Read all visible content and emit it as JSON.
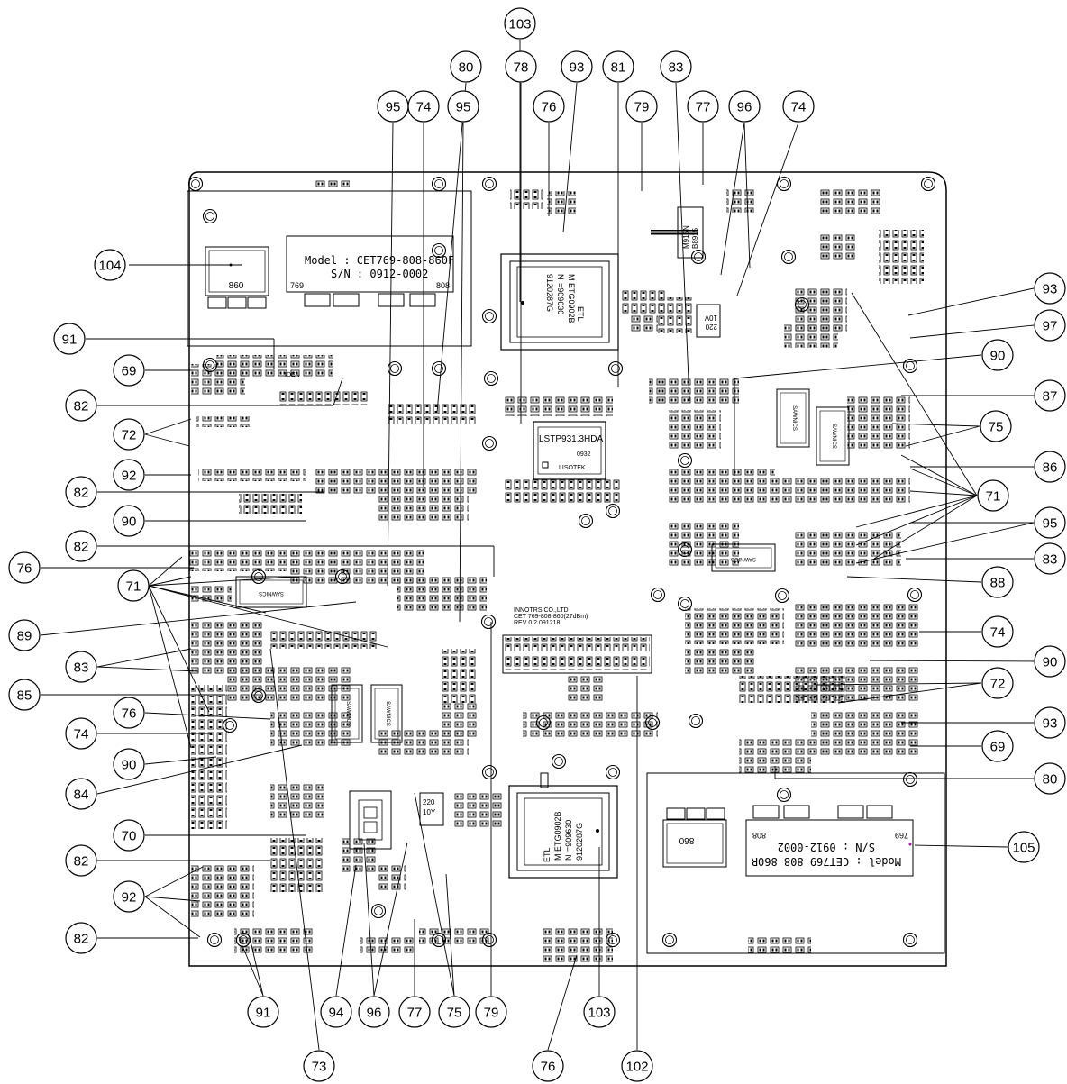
{
  "board": {
    "label_top": {
      "model": "Model : CET769-808-860F",
      "serial": "S/N : 0912-0002",
      "left_code": "769",
      "right_code": "808",
      "box_code": "860"
    },
    "label_bottom": {
      "model": "Model : CET769-808-860R",
      "serial": "S/N : 0912-0002",
      "left_code": "769",
      "right_code": "808",
      "box_code": "860"
    },
    "filter_top": {
      "brand": "ETL",
      "lines": [
        "M",
        "ETG0902B",
        "N",
        "=909630",
        "9120287G"
      ]
    },
    "filter_bottom": {
      "brand": "ETL",
      "lines": [
        "M",
        "ETG0902B",
        "N",
        "=909630",
        "9120287G"
      ]
    },
    "lstp": {
      "part": "LSTP931.3HDA",
      "code": "0932",
      "maker": "LISOTEK"
    },
    "ic_label": {
      "line1": "M915N",
      "line2": "B8915"
    },
    "cap_top": {
      "line1": "220",
      "line2": "10V"
    },
    "cap_bottom": {
      "line1": "220",
      "line2": "10Y"
    },
    "pcb_text": {
      "line1": "INNOTRS CO.,LTD",
      "line2": "CET 769-808-860(27dBm)",
      "line3": "REV 0.2 091218"
    },
    "iden": "IDEN",
    "saw_brand": "SAWNICS"
  },
  "callouts": [
    {
      "id": "c103t",
      "text": "103"
    },
    {
      "id": "c80t",
      "text": "80"
    },
    {
      "id": "c78t",
      "text": "78"
    },
    {
      "id": "c93t",
      "text": "93"
    },
    {
      "id": "c81t",
      "text": "81"
    },
    {
      "id": "c83t",
      "text": "83"
    },
    {
      "id": "c95a",
      "text": "95"
    },
    {
      "id": "c74t",
      "text": "74"
    },
    {
      "id": "c95b",
      "text": "95"
    },
    {
      "id": "c76t",
      "text": "76"
    },
    {
      "id": "c79t",
      "text": "79"
    },
    {
      "id": "c77t",
      "text": "77"
    },
    {
      "id": "c96t",
      "text": "96"
    },
    {
      "id": "c74r",
      "text": "74"
    },
    {
      "id": "c104",
      "text": "104"
    },
    {
      "id": "c93r",
      "text": "93"
    },
    {
      "id": "c97",
      "text": "97"
    },
    {
      "id": "c91l",
      "text": "91"
    },
    {
      "id": "c90r",
      "text": "90"
    },
    {
      "id": "c69l",
      "text": "69"
    },
    {
      "id": "c87",
      "text": "87"
    },
    {
      "id": "c82a",
      "text": "82"
    },
    {
      "id": "c75r",
      "text": "75"
    },
    {
      "id": "c72l",
      "text": "72"
    },
    {
      "id": "c86",
      "text": "86"
    },
    {
      "id": "c92l",
      "text": "92"
    },
    {
      "id": "c82b",
      "text": "82"
    },
    {
      "id": "c71r",
      "text": "71"
    },
    {
      "id": "c90l",
      "text": "90"
    },
    {
      "id": "c95r",
      "text": "95"
    },
    {
      "id": "c82c",
      "text": "82"
    },
    {
      "id": "c83r",
      "text": "83"
    },
    {
      "id": "c76l",
      "text": "76"
    },
    {
      "id": "c71l",
      "text": "71"
    },
    {
      "id": "c88",
      "text": "88"
    },
    {
      "id": "c89",
      "text": "89"
    },
    {
      "id": "c74r2",
      "text": "74"
    },
    {
      "id": "c83l",
      "text": "83"
    },
    {
      "id": "c90r2",
      "text": "90"
    },
    {
      "id": "c85",
      "text": "85"
    },
    {
      "id": "c72r",
      "text": "72"
    },
    {
      "id": "c76l2",
      "text": "76"
    },
    {
      "id": "c93r2",
      "text": "93"
    },
    {
      "id": "c74l",
      "text": "74"
    },
    {
      "id": "c69r",
      "text": "69"
    },
    {
      "id": "c90l2",
      "text": "90"
    },
    {
      "id": "c80r",
      "text": "80"
    },
    {
      "id": "c84",
      "text": "84"
    },
    {
      "id": "c70",
      "text": "70"
    },
    {
      "id": "c105",
      "text": "105"
    },
    {
      "id": "c82d",
      "text": "82"
    },
    {
      "id": "c92l2",
      "text": "92"
    },
    {
      "id": "c82e",
      "text": "82"
    },
    {
      "id": "c91b",
      "text": "91"
    },
    {
      "id": "c94",
      "text": "94"
    },
    {
      "id": "c96b",
      "text": "96"
    },
    {
      "id": "c77b",
      "text": "77"
    },
    {
      "id": "c75b",
      "text": "75"
    },
    {
      "id": "c79b",
      "text": "79"
    },
    {
      "id": "c103b",
      "text": "103"
    },
    {
      "id": "c73",
      "text": "73"
    },
    {
      "id": "c76b",
      "text": "76"
    },
    {
      "id": "c102",
      "text": "102"
    }
  ]
}
